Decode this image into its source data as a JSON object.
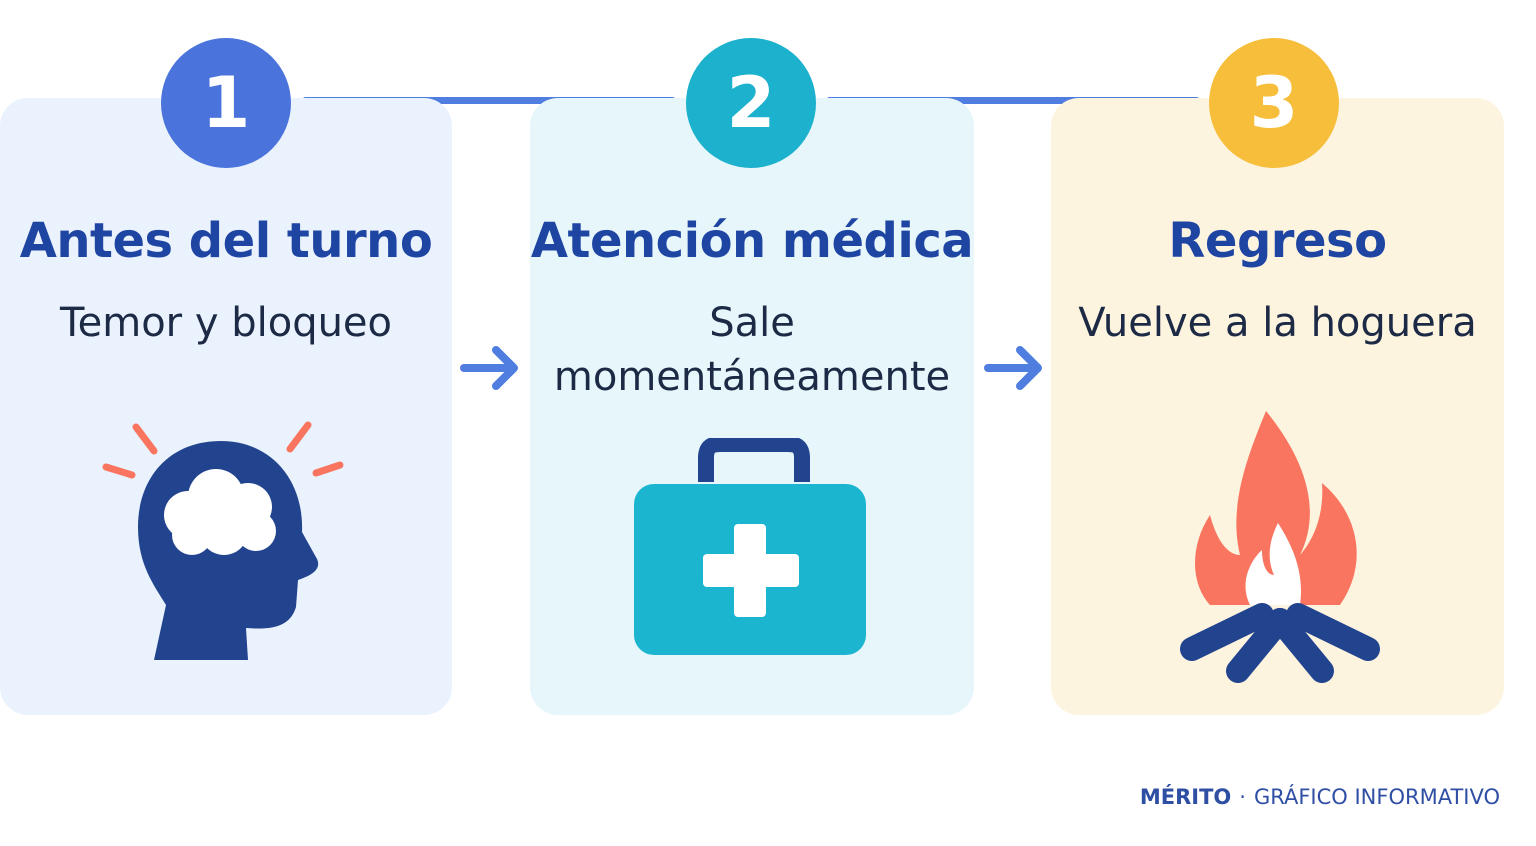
{
  "steps": [
    {
      "number": "1",
      "title": "Antes del turno",
      "description": "Temor y bloqueo",
      "icon": "head-stress-icon"
    },
    {
      "number": "2",
      "title": "Atención médica",
      "description": "Sale momentáneamente",
      "icon": "first-aid-kit-icon"
    },
    {
      "number": "3",
      "title": "Regreso",
      "description": "Vuelve a la hoguera",
      "icon": "campfire-icon"
    }
  ],
  "footer": {
    "brand": "MÉRITO",
    "separator": "·",
    "label": "GRÁFICO INFORMATIVO"
  },
  "colors": {
    "step1": "#4a74dc",
    "step2": "#1cb1cc",
    "step3": "#f7be3c",
    "title": "#1f45a3",
    "accent_red": "#fa7560"
  }
}
